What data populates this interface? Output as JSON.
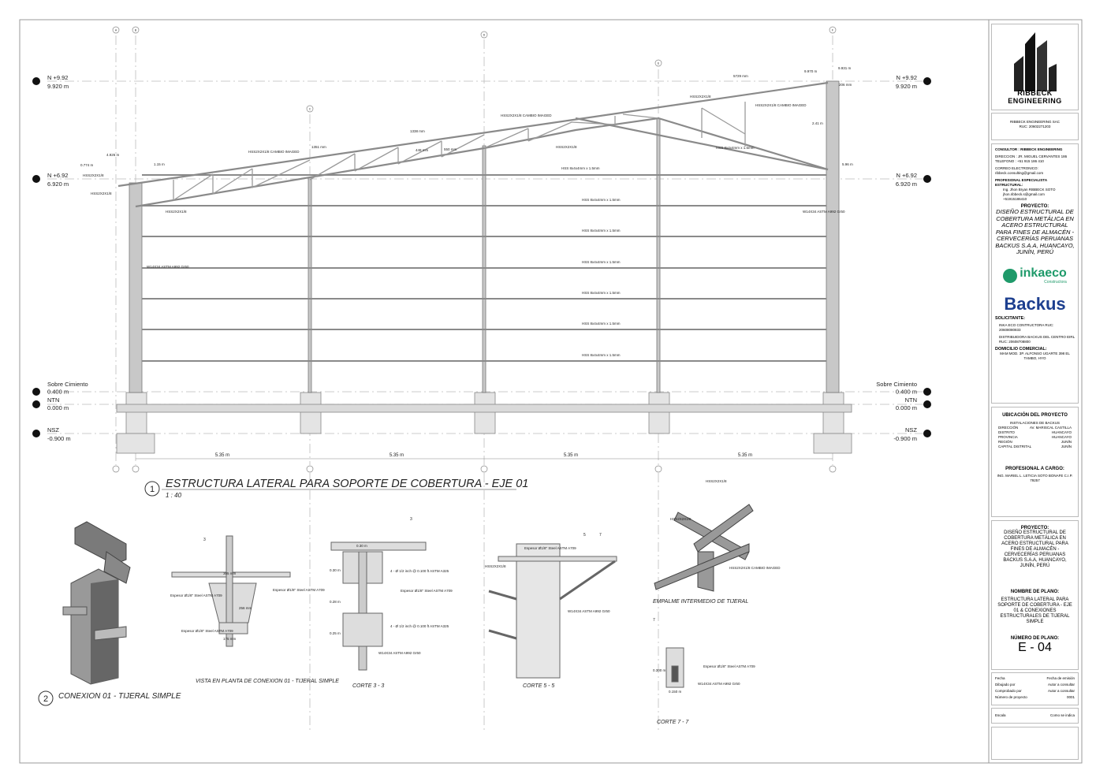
{
  "elevation": {
    "title": "ESTRUCTURA LATERAL PARA SOPORTE DE COBERTURA - EJE 01",
    "number": "1",
    "scale": "1 : 40",
    "levels": [
      {
        "name": "N +9.92",
        "value": "9.920 m"
      },
      {
        "name": "N +6.92",
        "value": "6.920 m"
      },
      {
        "name": "Sobre Cimiento",
        "value": "0.400 m"
      },
      {
        "name": "NTN",
        "value": "0.000 m"
      },
      {
        "name": "NSZ",
        "value": "-0.900 m"
      }
    ],
    "spans": [
      "5.35 m",
      "5.35 m",
      "5.35 m",
      "5.35 m"
    ],
    "grid_bubbles": [
      "A",
      "B",
      "C",
      "D",
      "E",
      "F"
    ],
    "dimensions": [
      "4.926 m",
      "0.774 m",
      "1.15 m",
      "1351 mm",
      "1338 mm",
      "448 mm",
      "550 mm",
      "5729 mm",
      "9.970 m",
      "9.931 m",
      "206 mm",
      "2.41 m",
      "5.96 m"
    ],
    "members": {
      "chord": "HSS2X2X1/8",
      "chord_splice": "HSS2X2X1/8 CAMBIO IMAGED",
      "girt": "HSS 8x4x4mm x 1.5mm",
      "column": "W14X34 ASTM A992 Gr50"
    }
  },
  "details": {
    "conexion": {
      "number": "2",
      "title": "CONEXION 01 - TIJERAL SIMPLE"
    },
    "vista_planta": {
      "title": "VISTA EN PLANTA DE CONEXION 01 - TIJERAL SIMPLE",
      "dims": [
        "305 mm",
        "256 mm",
        "175 mm"
      ],
      "notes": [
        "Espesor Ø1/8\" Steel ASTM A709",
        "Espesor Ø1/8\" Steel ASTM A709",
        "Espesor Ø1/8\" Steel ASTM A709"
      ]
    },
    "corte33": {
      "title": "CORTE 3 - 3",
      "dims": [
        "0.30 m",
        "0.30 m",
        "0.28 m",
        "0.25 m"
      ],
      "notes": [
        "4 - Ø 1/2 inch @ 0.100 ft ASTM A325",
        "Espesor Ø1/8\" Steel ASTM A709",
        "4 - Ø 1/2 inch @ 0.100 ft ASTM A325",
        "W14X34 ASTM A992 Gr50"
      ]
    },
    "corte55": {
      "title": "CORTE 5 - 5",
      "notes": [
        "HSS2X2X1/8",
        "Espesor Ø1/8\" Steel ASTM A709",
        "W14X34 ASTM A992 Gr50"
      ]
    },
    "empalme": {
      "title": "EMPALME INTERMEDIO DE TIJERAL",
      "notes": [
        "HSS2X2X1/8",
        "HSS2X2X1/8 CAMBIO IMAGED"
      ]
    },
    "corte77": {
      "title": "CORTE 7 - 7",
      "dims": [
        "0.300 m",
        "0.150 m"
      ],
      "notes": [
        "Espesor Ø1/8\" Steel ASTM A709",
        "W14X34 ASTM A992 Gr50"
      ]
    },
    "section_marks": [
      "3",
      "5",
      "7"
    ]
  },
  "title_block": {
    "logo_text": "RIBBECK ENGINEERING",
    "company": "RIBBECK ENGINEERING SAC",
    "ruc": "RUC: 20602271203",
    "consultor_label": "CONSULTOR : RIBBECK ENGINEERING",
    "direccion": "DIRECCION : JR. MIGUEL CERVANTES 186",
    "telefono": "TELEFONO : +51 915 186 410",
    "correo_label": "CORREO ELECTRONICO:",
    "correo": "ribbeck.consulting@gmail.com",
    "especialista_label": "PROFESIONAL ESPECIALISTA ESTRUCTURAL:",
    "especialista": "Ing. Jhon Bryan RIBBECK SOTO",
    "especialista_mail": "jhon.ribbeck.s@gmail.com",
    "especialista_tel": "+51915186410",
    "proyecto_label": "PROYECTO:",
    "proyecto": "DISEÑO ESTRUCTURAL DE COBERTURA METÁLICA EN ACERO ESTRUCTURAL PARA FINES DE ALMACÉN - CERVECERÍAS PERUANAS BACKUS S.A.A, HUANCAYO, JUNÍN, PERÚ",
    "logo_inkaeco": "inkaeco",
    "logo_inkaeco_sub": "Constructora",
    "logo_backus": "Backus",
    "solicitante_label": "SOLICITANTE:",
    "solicitante_1": "INKA ECO CONTRUCTORA RUC: 20608080833",
    "solicitante_2": "DISTRIBUIDORA BACKUS DEL CENTRO EIRL RUC: 20608708800",
    "domicilio_label": "DOMICILIO COMERCIAL:",
    "domicilio": "MAM MOD. 3P. ALFONSO UGARTE 398 EL TAMBO, HYO",
    "ubicacion_label": "UBICACIÓN DEL PROYECTO",
    "ubicacion_sub": "INSTALACIONES DE BACKUS",
    "ubicacion_rows": [
      [
        "DIRECCIÓN",
        "AV. MARISCAL CASTILLA"
      ],
      [
        "DISTRITO",
        "HUANCAYO"
      ],
      [
        "PROVINCIA",
        "HUANCAYO"
      ],
      [
        "REGIÓN",
        "JUNÍN"
      ],
      [
        "CAPITAL DISTRITAL",
        "JUNÍN"
      ]
    ],
    "profesional_label": "PROFESIONAL A CARGO:",
    "profesional": "ING. MARIEL L. LETICIA SOTO BONAFE C.I.P. 79257",
    "proyecto2_label": "PROYECTO:",
    "nombre_plano_label": "NOMBRE DE PLANO:",
    "nombre_plano": "ESTRUCTURA LATERAL PARA SOPORTE DE COBERTURA - EJE 01 & CONEXIONES ESTRUCTURALES DE TIJERAL SIMPLE",
    "numero_plano_label": "NÚMERO DE PLANO:",
    "numero_plano": "E - 04",
    "info_rows": [
      [
        "Fecha",
        "Fecha de emisión"
      ],
      [
        "Dibujado por",
        "Autor a consultar"
      ],
      [
        "Comprobado por",
        "Autor a consultar"
      ],
      [
        "Número de proyecto",
        "0001"
      ]
    ],
    "escala_row": [
      "Escala",
      "Como se indica"
    ]
  },
  "colors": {
    "line": "#555555",
    "member": "#8a8a8a",
    "column_fill": "#c8c8c8",
    "inkaeco": "#1f9a6a",
    "backus": "#1d3f8f"
  }
}
